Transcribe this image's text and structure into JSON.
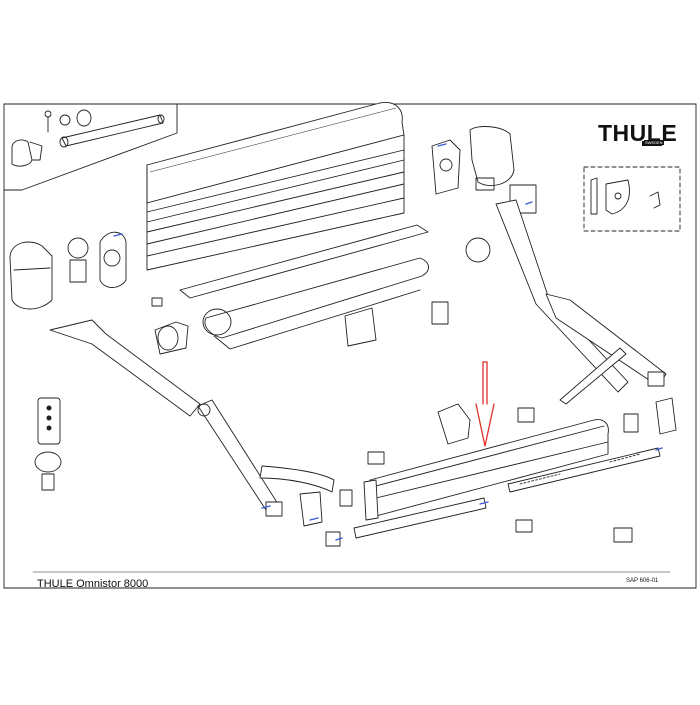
{
  "brand": {
    "logo_text": "THULE",
    "logo_subtext": "SWEDEN"
  },
  "caption": "THULE Omnistor 8000",
  "drawing_code": "SAP 606-01",
  "colors": {
    "line": "#222222",
    "arrow": "#e0302a",
    "highlight": "#3b5bd6",
    "background": "#ffffff"
  },
  "icons": [
    "remote-control-icon",
    "crank-handle-icon"
  ]
}
